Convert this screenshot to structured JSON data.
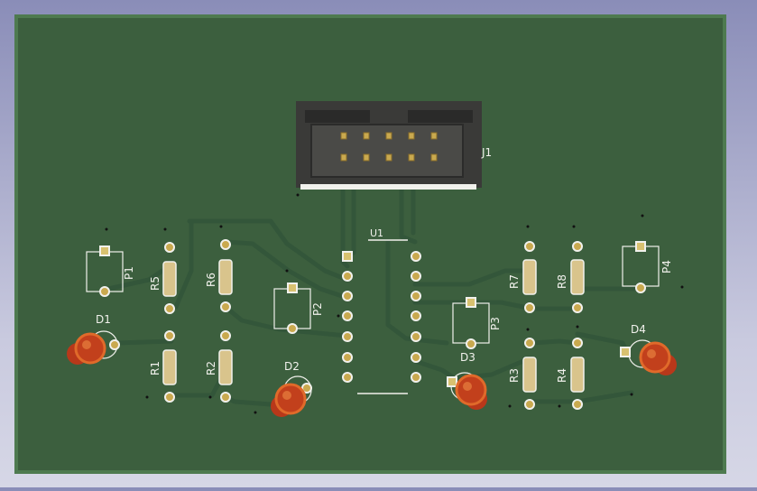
{
  "colors": {
    "board": "#3c5f3e",
    "board_edge": "#4a744c",
    "trace": "#33563a",
    "silk": "#f1f1ec",
    "header_body": "#3a3a38",
    "pad_gold": "#c9a94f",
    "resistor_body": "#d9c48c",
    "led_red": "#c2401c"
  },
  "board": {
    "connector_label": "J1",
    "ic_label": "U1",
    "resistors": [
      "R5",
      "R6",
      "R7",
      "R8",
      "R1",
      "R2",
      "R3",
      "R4"
    ],
    "leds": [
      "D1",
      "D2",
      "D3",
      "D4"
    ],
    "pots": [
      "P1",
      "P2",
      "P3",
      "P4"
    ]
  }
}
